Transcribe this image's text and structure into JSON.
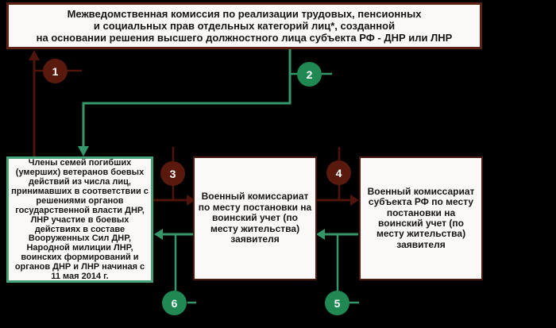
{
  "palette": {
    "background": "#000000",
    "dark_red_line": "#4f150a",
    "dark_red_circle": "#5a190d",
    "dark_red_box_border": "#4a180e",
    "top_box_border": "#5b2215",
    "green_line": "#36976b",
    "green_circle": "#1f8853",
    "green_box_border": "#43a077",
    "box_fill": "#fbf9f7",
    "text": "#181412"
  },
  "commission_box": {
    "lines": [
      "Межведомственная комиссия по реализации трудовых, пенсионных",
      "и социальных прав отдельных категорий лиц*, созданной",
      "на основании решения высшего должностного лица субъекта РФ - ДНР или ЛНР"
    ]
  },
  "beneficiaries_box": {
    "text": "Члены семей погибших (умерших) ветеранов боевых действий из числа лиц, принимавших в соответствии с решениями органов государственной власти ДНР, ЛНР участие в боевых действиях в составе Вооруженных Сил ДНР, Народной милиции ЛНР, воинских формирований и органов ДНР и ЛНР начиная с 11 мая 2014 г."
  },
  "local_commissariat_box": {
    "text": "Военный комиссариат по месту постановки на воинский учет (по месту жительства) заявителя"
  },
  "rf_commissariat_box": {
    "text": "Военный комиссариат субъекта РФ по месту постановки на воинский учет (по месту жительства) заявителя"
  },
  "step_markers": [
    {
      "number": "1",
      "color": "dark_red"
    },
    {
      "number": "2",
      "color": "green"
    },
    {
      "number": "3",
      "color": "dark_red"
    },
    {
      "number": "4",
      "color": "dark_red"
    },
    {
      "number": "5",
      "color": "green"
    },
    {
      "number": "6",
      "color": "green"
    }
  ]
}
